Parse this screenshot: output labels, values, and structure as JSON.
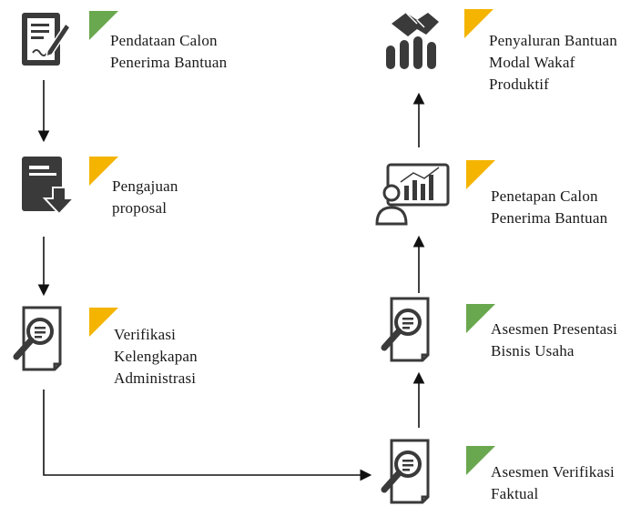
{
  "colors": {
    "icon": "#3a3a3a",
    "green_marker": "#6aa84f",
    "yellow_marker": "#f4b400",
    "arrow": "#111111"
  },
  "steps": [
    {
      "name": "step-pendataan",
      "icon": "form-edit-icon",
      "marker": "green",
      "lines": [
        "Pendataan Calon",
        "Penerima Bantuan"
      ]
    },
    {
      "name": "step-pengajuan",
      "icon": "document-download-icon",
      "marker": "yellow",
      "lines": [
        "Pengajuan",
        "proposal"
      ]
    },
    {
      "name": "step-verifikasi",
      "icon": "document-search-icon",
      "marker": "yellow",
      "lines": [
        "Verifikasi",
        "Kelengkapan",
        "Administrasi"
      ]
    },
    {
      "name": "step-asesmen-faktual",
      "icon": "document-search-icon",
      "marker": "green",
      "lines": [
        "Asesmen Verifikasi",
        "Faktual"
      ]
    },
    {
      "name": "step-asesmen-presentasi",
      "icon": "document-search-icon",
      "marker": "green",
      "lines": [
        "Asesmen Presentasi",
        "Bisnis Usaha"
      ]
    },
    {
      "name": "step-penetapan",
      "icon": "presentation-chart-icon",
      "marker": "yellow",
      "lines": [
        "Penetapan Calon",
        "Penerima Bantuan"
      ]
    },
    {
      "name": "step-penyaluran",
      "icon": "handshake-chart-icon",
      "marker": "yellow",
      "lines": [
        "Penyaluran Bantuan",
        "Modal Wakaf",
        "Produktif"
      ]
    }
  ]
}
